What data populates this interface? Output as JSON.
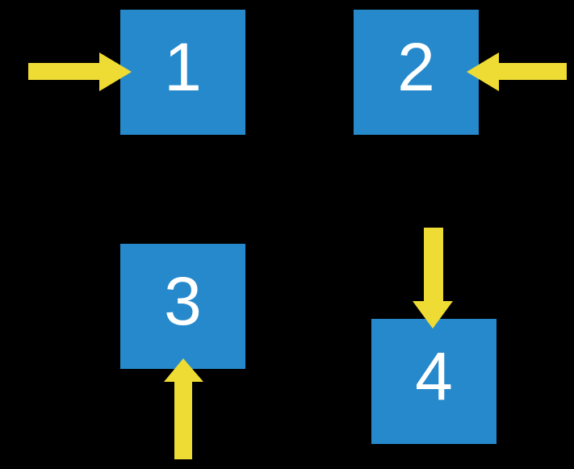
{
  "colors": {
    "background": "#000000",
    "square": "#2589CB",
    "arrow": "#EEDB33",
    "label": "#FFFFFF"
  },
  "squares": [
    {
      "label": "1"
    },
    {
      "label": "2"
    },
    {
      "label": "3"
    },
    {
      "label": "4"
    }
  ],
  "arrows": [
    {
      "direction": "right",
      "points_to": "1"
    },
    {
      "direction": "left",
      "points_to": "2"
    },
    {
      "direction": "up",
      "points_to": "3"
    },
    {
      "direction": "down",
      "points_to": "4"
    }
  ]
}
